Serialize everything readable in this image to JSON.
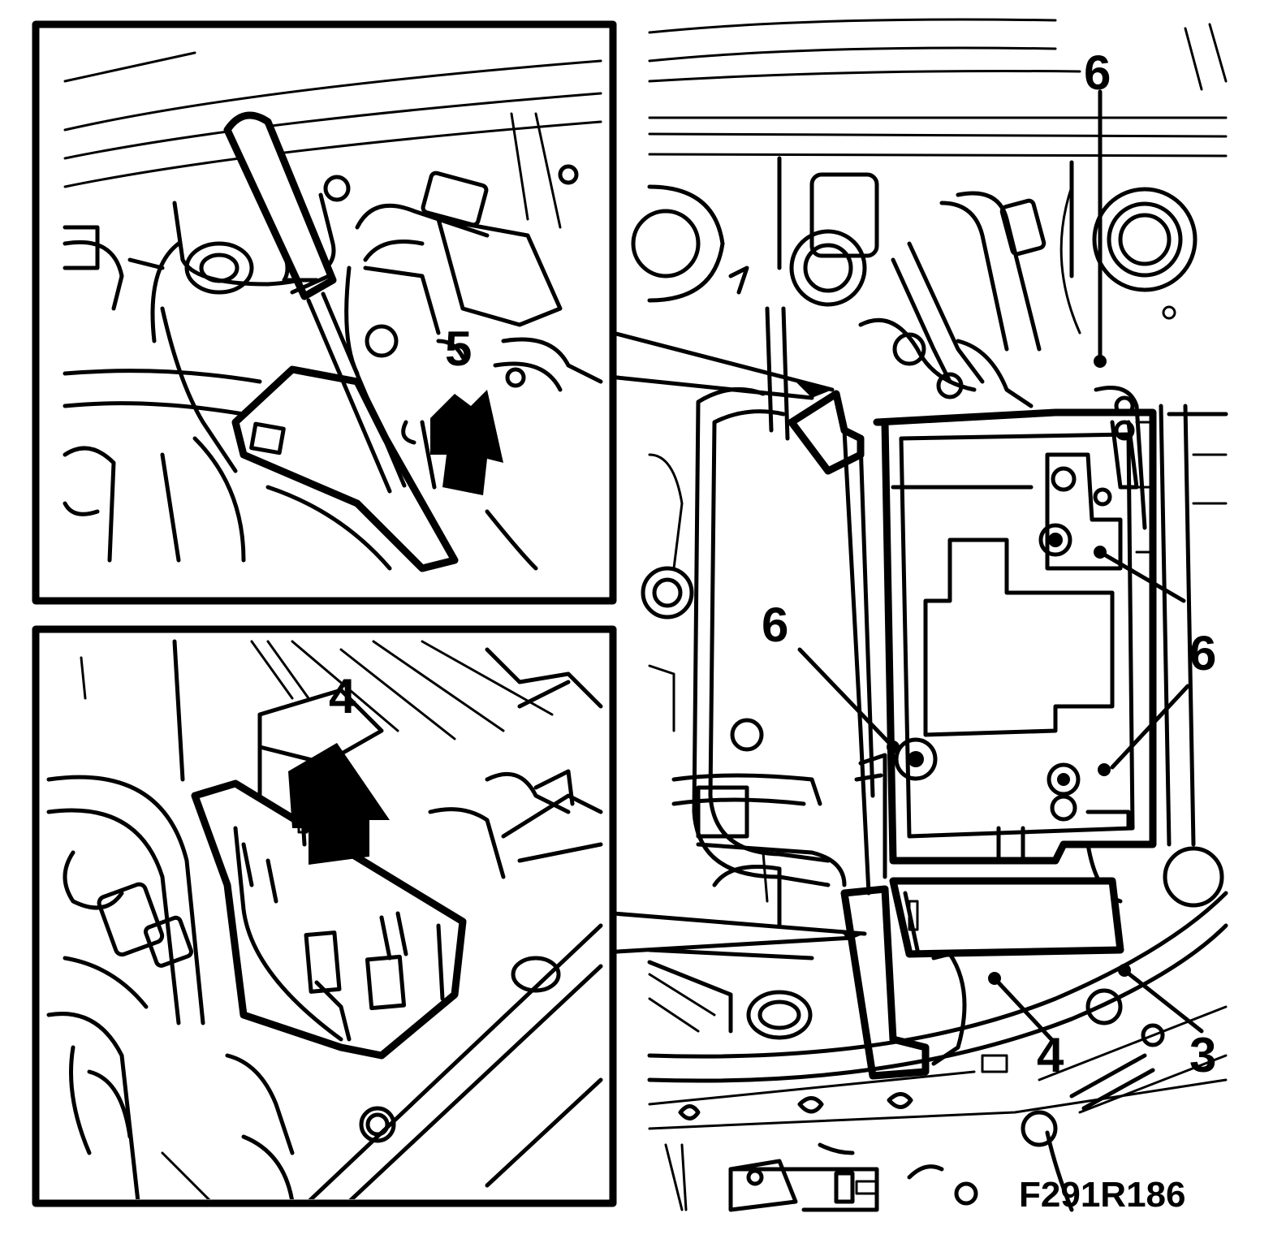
{
  "callouts": {
    "top_inset_label": "5",
    "bottom_inset_label": "4",
    "main_top_right": "6",
    "main_left_mid": "6",
    "main_right_mid": "6",
    "main_bottom_4": "4",
    "main_bottom_3": "3"
  },
  "figure_code": "F291R186"
}
